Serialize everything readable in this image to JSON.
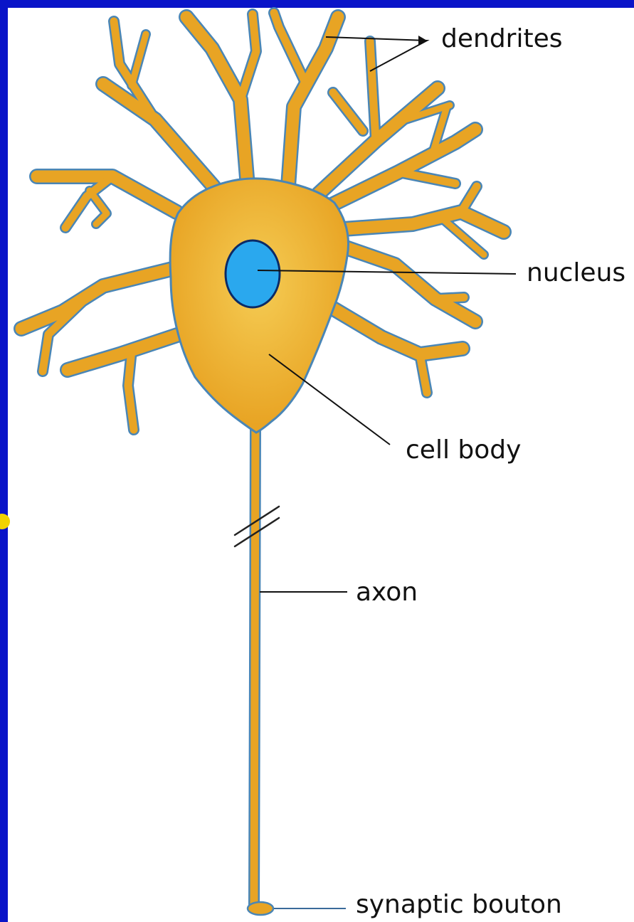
{
  "labels": {
    "dendrites": "dendrites",
    "nucleus": "nucleus",
    "cell_body": "cell body",
    "axon": "axon",
    "synaptic_bouton": "synaptic bouton"
  },
  "colors": {
    "frame": "#0a14c8",
    "cell_fill": "#e8a424",
    "cell_center": "#f5cc54",
    "outline": "#4a86b6",
    "nucleus": "#2aa8ee",
    "nucleus_outline": "#0b2a66",
    "leader": "#111111",
    "edge_dot": "#f2d300"
  }
}
